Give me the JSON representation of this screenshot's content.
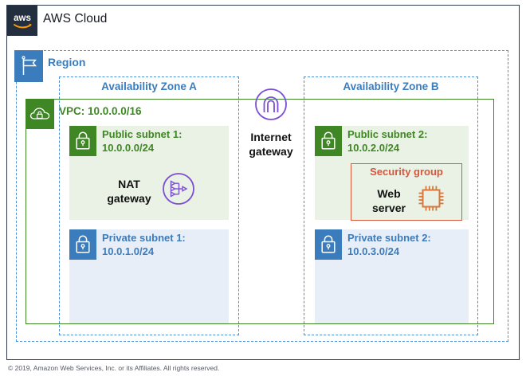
{
  "header": {
    "logo_alt": "aws",
    "title": "AWS Cloud"
  },
  "region": {
    "label": "Region",
    "icon": "flag-icon",
    "color": "#3b7cbd"
  },
  "availability_zones": [
    {
      "label": "Availability Zone A"
    },
    {
      "label": "Availability Zone B"
    }
  ],
  "vpc": {
    "label": "VPC: 10.0.0.0/16",
    "icon": "vpc-cloud-lock-icon",
    "color": "#3f8624"
  },
  "subnets": [
    {
      "id": "public-subnet-1",
      "label": "Public subnet 1:",
      "cidr": "10.0.0.0/24",
      "type": "public",
      "icon": "lock-icon",
      "color": "#3f8624"
    },
    {
      "id": "public-subnet-2",
      "label": "Public subnet 2:",
      "cidr": "10.0.2.0/24",
      "type": "public",
      "icon": "lock-icon",
      "color": "#3f8624"
    },
    {
      "id": "private-subnet-1",
      "label": "Private subnet 1:",
      "cidr": "10.0.1.0/24",
      "type": "private",
      "icon": "lock-icon",
      "color": "#3b7cbd"
    },
    {
      "id": "private-subnet-2",
      "label": "Private subnet 2:",
      "cidr": "10.0.3.0/24",
      "type": "private",
      "icon": "lock-icon",
      "color": "#3b7cbd"
    }
  ],
  "nat_gateway": {
    "label_line1": "NAT",
    "label_line2": "gateway",
    "icon": "nat-gateway-icon",
    "color": "#7b4fd4"
  },
  "internet_gateway": {
    "label_line1": "Internet",
    "label_line2": "gateway",
    "icon": "internet-gateway-icon",
    "color": "#7b4fd4"
  },
  "security_group": {
    "title": "Security group",
    "color": "#d9563b",
    "resource": {
      "label_line1": "Web",
      "label_line2": "server",
      "icon": "cpu-chip-icon",
      "color": "#d9783b"
    }
  },
  "footer": {
    "copyright": "© 2019, Amazon Web Services, Inc. or its Affiliates. All rights reserved."
  }
}
